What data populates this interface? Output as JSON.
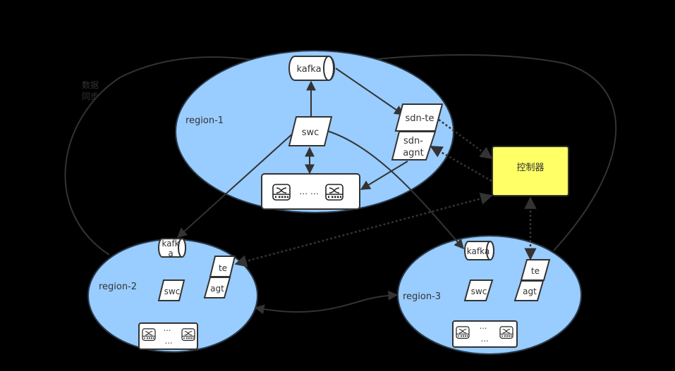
{
  "colors": {
    "background": "#000000",
    "region_fill": "#99ccff",
    "region_stroke": "#2a3a4a",
    "node_fill": "#ffffff",
    "controller_fill": "#ffff66",
    "edge": "#333333",
    "text": "#333333"
  },
  "annotation": {
    "line1": "数据",
    "line2": "同步"
  },
  "controller": {
    "label": "控制器"
  },
  "regions": [
    {
      "id": "region-1",
      "label": "region-1",
      "kafka": "kafka",
      "swc": "swc",
      "te": "sdn-te",
      "agt_line1": "sdn-",
      "agt_line2": "agnt",
      "switch_ellipsis": "… …",
      "switch_icon": "network-switch-icon"
    },
    {
      "id": "region-2",
      "label": "region-2",
      "kafka_line1": "kafk",
      "kafka_line2": "a",
      "swc": "swc",
      "te": "te",
      "agt": "agt",
      "switch_ellipsis_top": "…",
      "switch_ellipsis_bottom": "…",
      "switch_icon": "network-switch-icon"
    },
    {
      "id": "region-3",
      "label": "region-3",
      "kafka": "kafka",
      "swc": "swc",
      "te": "te",
      "agt": "agt",
      "switch_ellipsis_top": "…",
      "switch_ellipsis_bottom": "…",
      "switch_icon": "network-switch-icon"
    }
  ]
}
